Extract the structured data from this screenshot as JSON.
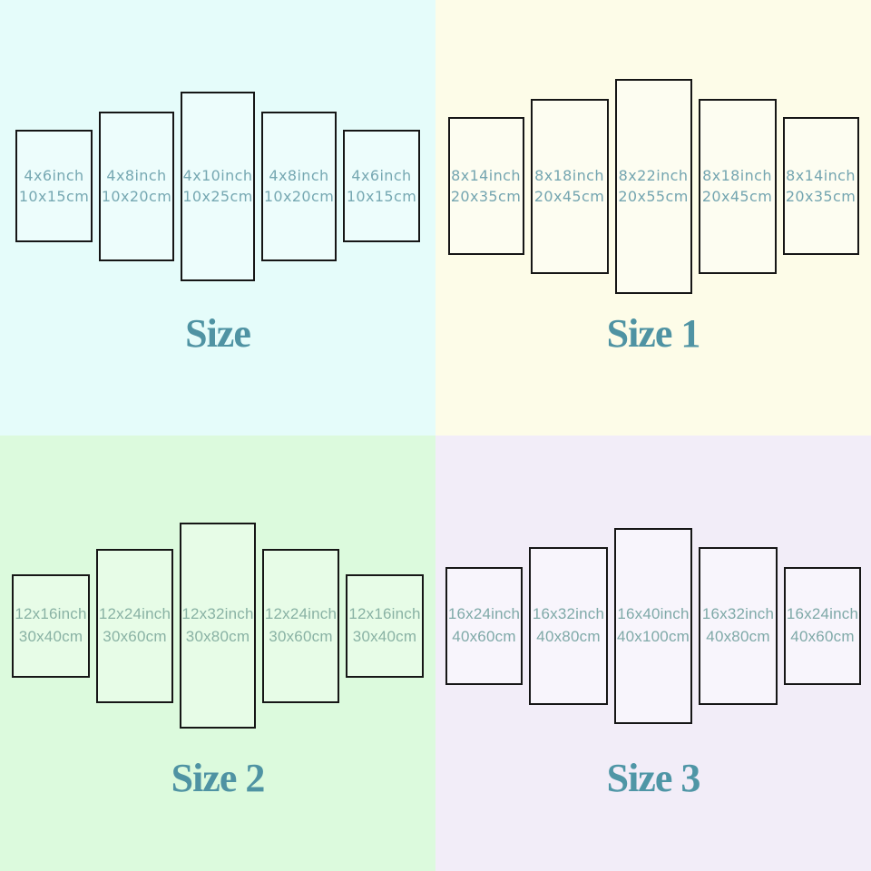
{
  "quadrants": [
    {
      "title": "Size",
      "colors": {
        "background": "#e5fcfa",
        "panel_fill": "#edfdfc",
        "panel_border": "#161616",
        "text": "#76a8b2",
        "title": "#4f93a3"
      },
      "panels": [
        {
          "inch": "4x6inch",
          "cm": "10x15cm"
        },
        {
          "inch": "4x8inch",
          "cm": "10x20cm"
        },
        {
          "inch": "4x10inch",
          "cm": "10x25cm"
        },
        {
          "inch": "4x8inch",
          "cm": "10x20cm"
        },
        {
          "inch": "4x6inch",
          "cm": "10x15cm"
        }
      ]
    },
    {
      "title": "Size 1",
      "colors": {
        "background": "#fdfce8",
        "panel_fill": "#fdfdf1",
        "panel_border": "#161616",
        "text": "#74a5b0",
        "title": "#4f93a3"
      },
      "panels": [
        {
          "inch": "8x14inch",
          "cm": "20x35cm"
        },
        {
          "inch": "8x18inch",
          "cm": "20x45cm"
        },
        {
          "inch": "8x22inch",
          "cm": "20x55cm"
        },
        {
          "inch": "8x18inch",
          "cm": "20x45cm"
        },
        {
          "inch": "8x14inch",
          "cm": "20x35cm"
        }
      ]
    },
    {
      "title": "Size 2",
      "colors": {
        "background": "#dcfadd",
        "panel_fill": "#e7fce7",
        "panel_border": "#161616",
        "text": "#89b2a4",
        "title": "#4f93a3"
      },
      "panels": [
        {
          "inch": "12x16inch",
          "cm": "30x40cm"
        },
        {
          "inch": "12x24inch",
          "cm": "30x60cm"
        },
        {
          "inch": "12x32inch",
          "cm": "30x80cm"
        },
        {
          "inch": "12x24inch",
          "cm": "30x60cm"
        },
        {
          "inch": "12x16inch",
          "cm": "30x40cm"
        }
      ]
    },
    {
      "title": "Size 3",
      "colors": {
        "background": "#f2edf8",
        "panel_fill": "#f8f5fc",
        "panel_border": "#161616",
        "text": "#7fa9a8",
        "title": "#4f96a6"
      },
      "panels": [
        {
          "inch": "16x24inch",
          "cm": "40x60cm"
        },
        {
          "inch": "16x32inch",
          "cm": "40x80cm"
        },
        {
          "inch": "16x40inch",
          "cm": "40x100cm"
        },
        {
          "inch": "16x32inch",
          "cm": "40x80cm"
        },
        {
          "inch": "16x24inch",
          "cm": "40x60cm"
        }
      ]
    }
  ]
}
